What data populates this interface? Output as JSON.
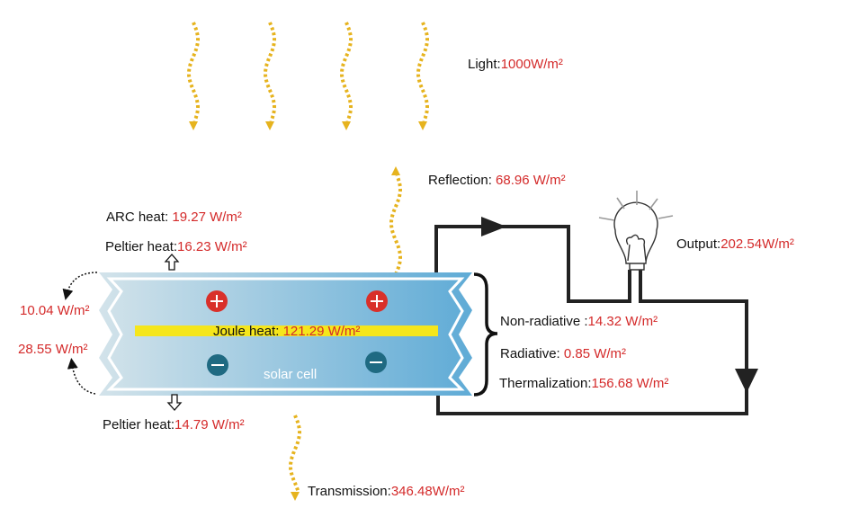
{
  "light": {
    "label": "Light:",
    "value": "1000W/m²"
  },
  "reflection": {
    "label": "Reflection: ",
    "value": "68.96 W/m²"
  },
  "arc_heat": {
    "label": "ARC heat: ",
    "value": "19.27 W/m²"
  },
  "peltier_top": {
    "label": "Peltier heat:",
    "value": "16.23 W/m²"
  },
  "peltier_bottom": {
    "label": "Peltier heat:",
    "value": "14.79 W/m²"
  },
  "side_top": {
    "value": "10.04 W/m²"
  },
  "side_bottom": {
    "value": "28.55 W/m²"
  },
  "joule": {
    "label": "Joule heat: ",
    "value": "121.29 W/m²"
  },
  "cell_label": "solar cell",
  "output": {
    "label": "Output:",
    "value": "202.54W/m²"
  },
  "non_radiative": {
    "label": "Non-radiative :",
    "value": "14.32 W/m²"
  },
  "radiative": {
    "label": "Radiative: ",
    "value": "0.85 W/m²"
  },
  "thermalization": {
    "label": "Thermalization:",
    "value": "156.68 W/m²"
  },
  "transmission": {
    "label": "Transmission:",
    "value": "346.48W/m²"
  },
  "colors": {
    "value_text": "#d42a2a",
    "light_arrows": "#e6b31e",
    "cell_blue": "#6bb3d9",
    "joule_bar": "#f5e61c",
    "plus": "#d9302a",
    "minus": "#1f6a82"
  },
  "icons": [
    "light-ray-arrow",
    "light-bulb-icon",
    "plus-charge-icon",
    "minus-charge-icon",
    "hollow-arrow-icon",
    "curved-dotted-arrow-icon"
  ]
}
